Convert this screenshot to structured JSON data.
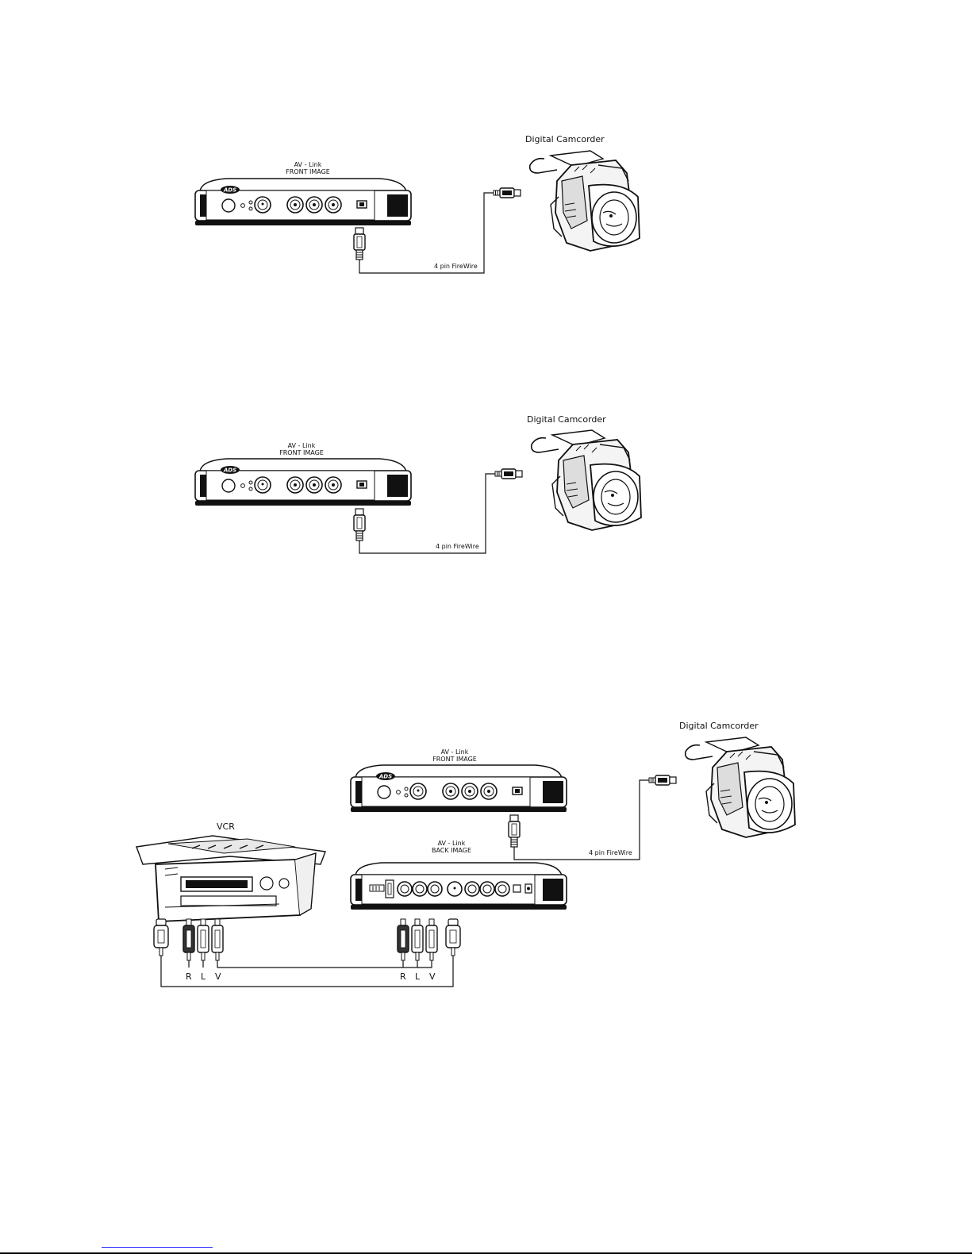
{
  "diagrams": [
    {
      "device_label": [
        "AV - Link",
        "FRONT IMAGE"
      ],
      "camcorder_label": "Digital Camcorder",
      "cable_label": "4 pin FireWire",
      "logo": "ADS"
    },
    {
      "device_label": [
        "AV - Link",
        "FRONT IMAGE"
      ],
      "camcorder_label": "Digital Camcorder",
      "cable_label": "4 pin FireWire",
      "logo": "ADS"
    },
    {
      "device_label": [
        "AV - Link",
        "FRONT IMAGE"
      ],
      "back_label": [
        "AV - Link",
        "BACK IMAGE"
      ],
      "camcorder_label": "Digital Camcorder",
      "cable_label": "4 pin FireWire",
      "vcr_label": "VCR",
      "logo": "ADS",
      "left_plugs": [
        "R",
        "L",
        "V"
      ],
      "right_plugs": [
        "R",
        "L",
        "V"
      ]
    }
  ],
  "icons": [
    "av-link-device-icon",
    "digital-camcorder-icon",
    "firewire-plug-icon",
    "vcr-icon",
    "rca-plug-icon",
    "svideo-plug-icon"
  ]
}
